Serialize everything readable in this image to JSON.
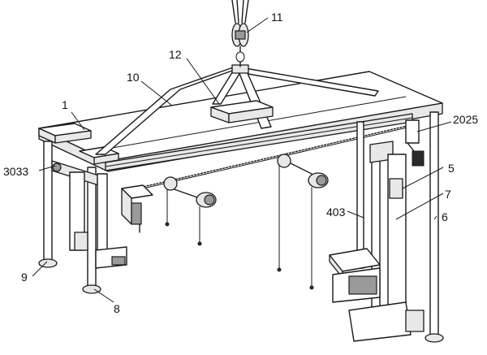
{
  "labels": {
    "l1": "1",
    "l11": "11",
    "l12": "12",
    "l10": "10",
    "l2025": "2025",
    "l3033": "3033",
    "l5": "5",
    "l7": "7",
    "l403": "403",
    "l6": "6",
    "l9": "9",
    "l8": "8"
  }
}
